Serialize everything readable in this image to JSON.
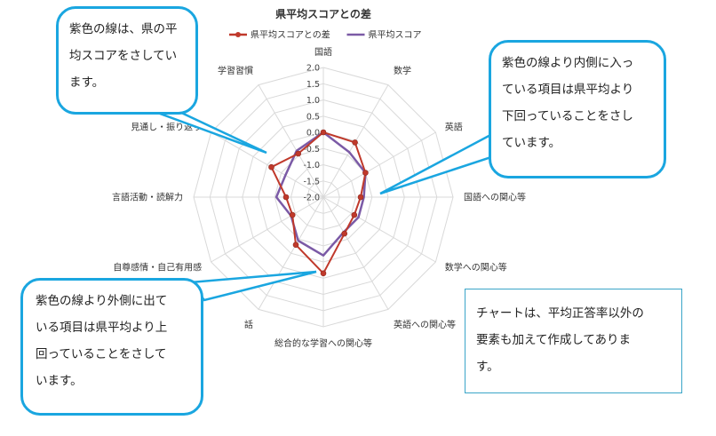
{
  "chart_data": {
    "type": "radar",
    "title": "県平均スコアとの差",
    "categories": [
      "国語",
      "数学",
      "英語",
      "国語への関心等",
      "数学への関心等",
      "英語への関心等",
      "総合的な学習への関心等",
      "話",
      "自尊感情・自己有用感",
      "言語活動・読解力",
      "見通し・振り返り",
      "学習習慣"
    ],
    "series": [
      {
        "name": "県平均スコアとの差",
        "color": "#c0392b",
        "marker": "circle",
        "values": [
          0.0,
          -0.05,
          -0.5,
          -0.85,
          -0.9,
          -0.7,
          0.35,
          -0.3,
          -0.9,
          -0.85,
          -0.15,
          -0.45
        ]
      },
      {
        "name": "県平均スコア",
        "color": "#7b5aa6",
        "marker": "none",
        "values": [
          0.0,
          -0.4,
          -0.5,
          -0.75,
          -0.75,
          -0.75,
          -0.2,
          -0.45,
          -0.85,
          -0.55,
          -0.65,
          -0.35
        ]
      }
    ],
    "rlim": [
      -2.0,
      2.0
    ],
    "rticks": [
      "2.0",
      "1.5",
      "1.0",
      "0.5",
      "0.0",
      "-0.5",
      "-1.0",
      "-1.5",
      "-2.0"
    ],
    "legend_position": "top"
  },
  "callouts": {
    "purple_line": [
      "紫色の線は、県の平",
      "均スコアをさしてい",
      "ます。"
    ],
    "inside": [
      "紫色の線より内側に入っ",
      "ている項目は県平均より",
      "下回っていることをさし",
      "ています。"
    ],
    "outside": [
      "紫色の線より外側に出て",
      "いる項目は県平均より上",
      "回っていることをさして",
      "います。"
    ]
  },
  "note": {
    "lines": [
      "チャートは、平均正答率以外の",
      "要素も加えて作成してありま",
      "す。"
    ]
  },
  "colors": {
    "callout_border": "#1aa6e0",
    "grid": "#d9d9d9"
  }
}
